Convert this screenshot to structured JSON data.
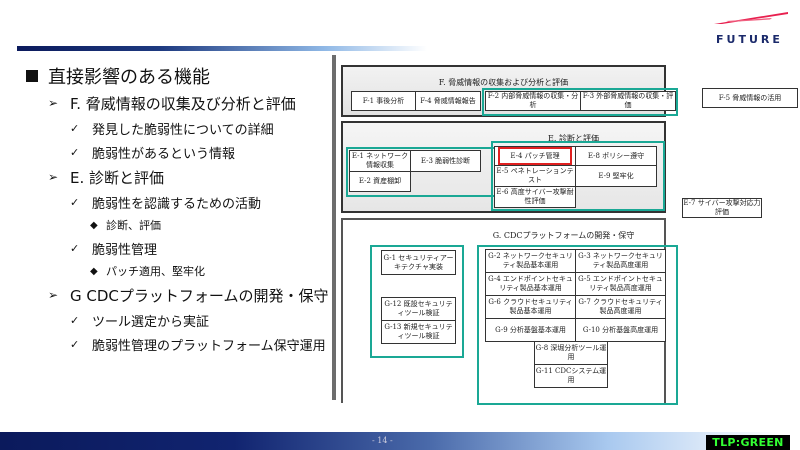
{
  "header": {
    "logo_text": "FUTURE",
    "colors": {
      "brand_navy": "#1b2a6b",
      "swoosh_red": "#e02050"
    }
  },
  "bullets": {
    "title": "直接影響のある機能",
    "sections": [
      {
        "label": "F. 脅威情報の収集及び分析と評価",
        "items": [
          {
            "label": "発見した脆弱性についての詳細",
            "sub": []
          },
          {
            "label": "脆弱性があるという情報",
            "sub": []
          }
        ]
      },
      {
        "label": "E. 診断と評価",
        "items": [
          {
            "label": "脆弱性を認識するための活動",
            "sub": [
              "診断、評価"
            ]
          },
          {
            "label": "脆弱性管理",
            "sub": [
              "パッチ適用、堅牢化"
            ]
          }
        ]
      },
      {
        "label": "G CDCプラットフォームの開発・保守",
        "items": [
          {
            "label": "ツール選定から実証",
            "sub": []
          },
          {
            "label": "脆弱性管理のプラットフォーム保守運用",
            "sub": []
          }
        ]
      }
    ],
    "markers": {
      "title": "■",
      "section": "➢",
      "item": "✓",
      "sub": "◆"
    }
  },
  "diagram": {
    "F": {
      "title": "F. 脅威情報の収集および分析と評価",
      "boxes": [
        "F-1 事後分析",
        "F-4 脅威情報報告",
        "F-2 内部脅威情報の収集・分析",
        "F-3 外部脅威情報の収集・評価",
        "F-5 脅威情報の活用"
      ]
    },
    "E": {
      "title": "E. 診断と評価",
      "boxes": [
        "E-1 ネットワーク情報収集",
        "E-3 脆弱性診断",
        "E-2 資産棚卸",
        "E-4 パッチ管理",
        "E-8 ポリシー遵守",
        "E-5 ペネトレーションテスト",
        "E-9 堅牢化",
        "E-6 高度サイバー攻撃耐性評価",
        "E-7 サイバー攻撃対応力評価"
      ]
    },
    "G": {
      "title": "G. CDCプラットフォームの開発・保守",
      "boxes": [
        "G-1 セキュリティアーキテクチャ実装",
        "G-12 既設セキュリティツール検証",
        "G-13 新規セキュリティツール検証",
        "G-2 ネットワークセキュリティ製品基本運用",
        "G-3 ネットワークセキュリティ製品高度運用",
        "G-4 エンドポイントセキュリティ製品基本運用",
        "G-5 エンドポイントセキュリティ製品高度運用",
        "G-6 クラウドセキュリティ製品基本運用",
        "G-7 クラウドセキュリティ製品高度運用",
        "G-9 分析基盤基本運用",
        "G-10 分析基盤高度運用",
        "G-8 深堀分析ツール運用",
        "G-11 CDCシステム運用"
      ]
    },
    "colors": {
      "highlight_teal": "#1aa895",
      "highlight_red": "#e02020"
    }
  },
  "footer": {
    "page_number": "- 14 -",
    "tlp_label": "TLP:GREEN",
    "tlp_color": "#33ff33"
  }
}
